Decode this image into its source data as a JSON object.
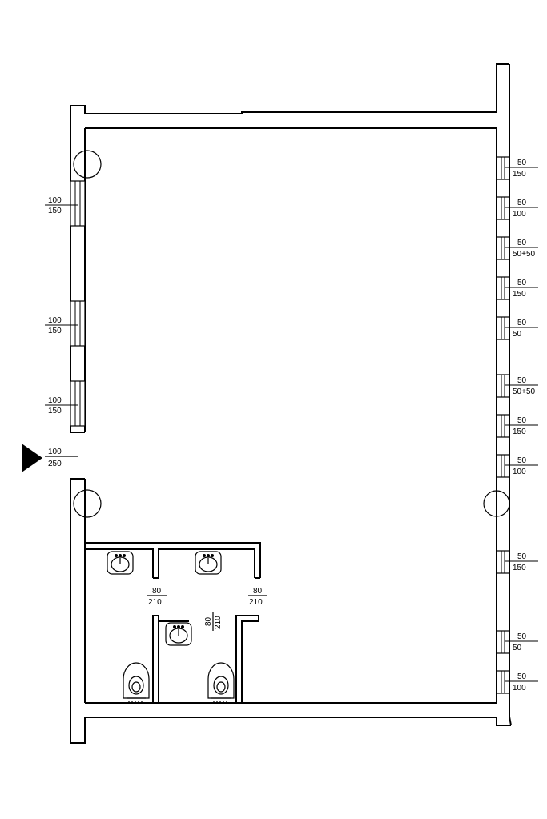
{
  "colors": {
    "line": "#000000",
    "background": "#ffffff"
  },
  "left_openings": [
    {
      "top": "100",
      "bottom": "150"
    },
    {
      "top": "100",
      "bottom": "150"
    },
    {
      "top": "100",
      "bottom": "150"
    }
  ],
  "entrance": {
    "top": "100",
    "bottom": "250",
    "icon": "entrance-arrow-icon"
  },
  "right_openings": [
    {
      "top": "50",
      "bottom": "150"
    },
    {
      "top": "50",
      "bottom": "100"
    },
    {
      "top": "50",
      "bottom": "50+50"
    },
    {
      "top": "50",
      "bottom": "150"
    },
    {
      "top": "50",
      "bottom": "50"
    },
    {
      "top": "50",
      "bottom": "50+50"
    },
    {
      "top": "50",
      "bottom": "150"
    },
    {
      "top": "50",
      "bottom": "100"
    },
    {
      "top": "50",
      "bottom": "150"
    },
    {
      "top": "50",
      "bottom": "50"
    },
    {
      "top": "50",
      "bottom": "100"
    }
  ],
  "doors": [
    {
      "top": "80",
      "bottom": "210"
    },
    {
      "top": "80",
      "bottom": "210"
    },
    {
      "top": "80",
      "bottom": "210"
    }
  ],
  "fixtures": {
    "sink_icon": "sink-icon",
    "toilet_icon": "toilet-icon",
    "column_icon": "column-icon"
  }
}
